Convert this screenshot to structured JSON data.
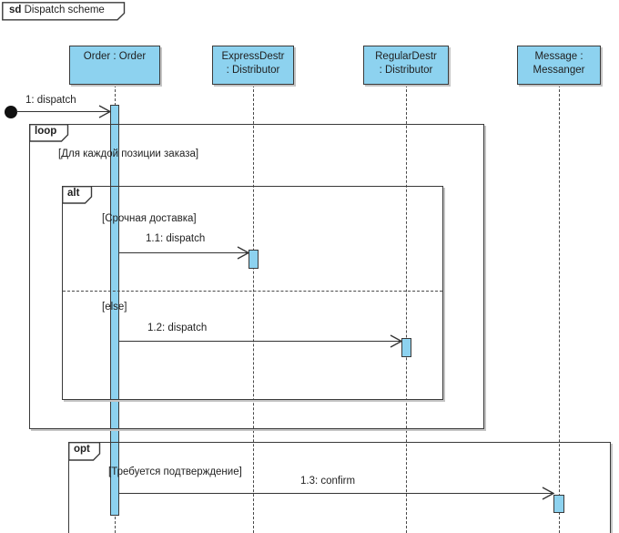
{
  "header": {
    "keyword": "sd",
    "title": "Dispatch scheme"
  },
  "colors": {
    "element_fill": "#8dd2ef",
    "border": "#3a3a3a",
    "shadow": "#c4c4c4",
    "text": "#1f1f1f"
  },
  "lifelines": {
    "order": {
      "name": "Order : Order",
      "line1": "Order : Order",
      "line2": ""
    },
    "express": {
      "name": "ExpressDestr : Distributor",
      "line1": "ExpressDestr",
      "line2": ": Distributor"
    },
    "regular": {
      "name": "RegularDestr : Distributor",
      "line1": "RegularDestr",
      "line2": ": Distributor"
    },
    "messanger": {
      "name": "Message : Messanger",
      "line1": "Message :",
      "line2": "Messanger"
    }
  },
  "fragments": {
    "loop": {
      "operator": "loop",
      "guard": "[Для каждой позиции заказа]"
    },
    "alt": {
      "operator": "alt",
      "guard": "[Срочная доставка]",
      "else_label": "[else]"
    },
    "opt": {
      "operator": "opt",
      "guard": "[Требуется подтверждение]"
    }
  },
  "messages": {
    "m1": {
      "label": "1: dispatch"
    },
    "m1_1": {
      "label": "1.1: dispatch"
    },
    "m1_2": {
      "label": "1.2: dispatch"
    },
    "m1_3": {
      "label": "1.3: confirm"
    }
  }
}
